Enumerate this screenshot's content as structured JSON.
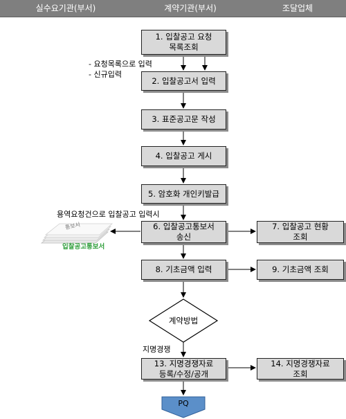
{
  "header": {
    "col1": "실수요기관(부서)",
    "col2": "계약기관(부서)",
    "col3": "조달업체"
  },
  "steps": {
    "s1": "1. 입찰공고 요청\n목록조회",
    "s2": "2. 입찰공고서 입력",
    "s3": "3. 표준공고문 작성",
    "s4": "4. 입찰공고 게시",
    "s5": "5. 암호화 개인키발급",
    "s6": "6. 입찰공고통보서\n송신",
    "s7": "7. 입찰공고 현황\n조회",
    "s8": "8. 기초금액 입력",
    "s9": "9. 기초금액 조회",
    "s13": "13. 지명경쟁자료\n등록/수정/공개",
    "s14": "14. 지명경쟁자료\n조회"
  },
  "decision": {
    "label": "계약방법"
  },
  "terminal": {
    "label": "PQ"
  },
  "notes": {
    "n1": "- 요청목록으로 입력",
    "n2": "- 신규입력",
    "n3": "용역요청건으로 입찰공고 입력시",
    "n4": "지명경쟁"
  },
  "document": {
    "stamp": "통보서",
    "caption": "입찰공고통보서"
  },
  "colors": {
    "header": "#7f7f7f",
    "box": "#d9d9d9",
    "terminal": "#5b8fc9",
    "doc_caption": "#2e9e3a"
  }
}
